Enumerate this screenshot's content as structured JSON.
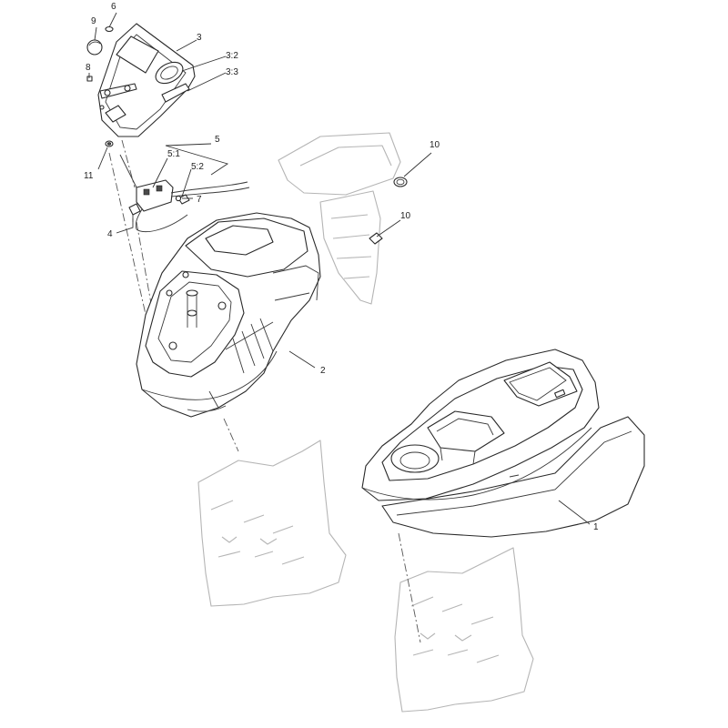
{
  "callouts": {
    "c1": "1",
    "c2": "2",
    "c3": "3",
    "c3_2": "3:2",
    "c3_3": "3:3",
    "c4": "4",
    "c5": "5",
    "c5_1": "5:1",
    "c5_2": "5:2",
    "c6": "6",
    "c7": "7",
    "c8": "8",
    "c9": "9",
    "c10a": "10",
    "c10b": "10",
    "c11": "11"
  },
  "colors": {
    "line": "#2a2a2a",
    "ghost": "#b5b5b5",
    "background": "#ffffff"
  }
}
